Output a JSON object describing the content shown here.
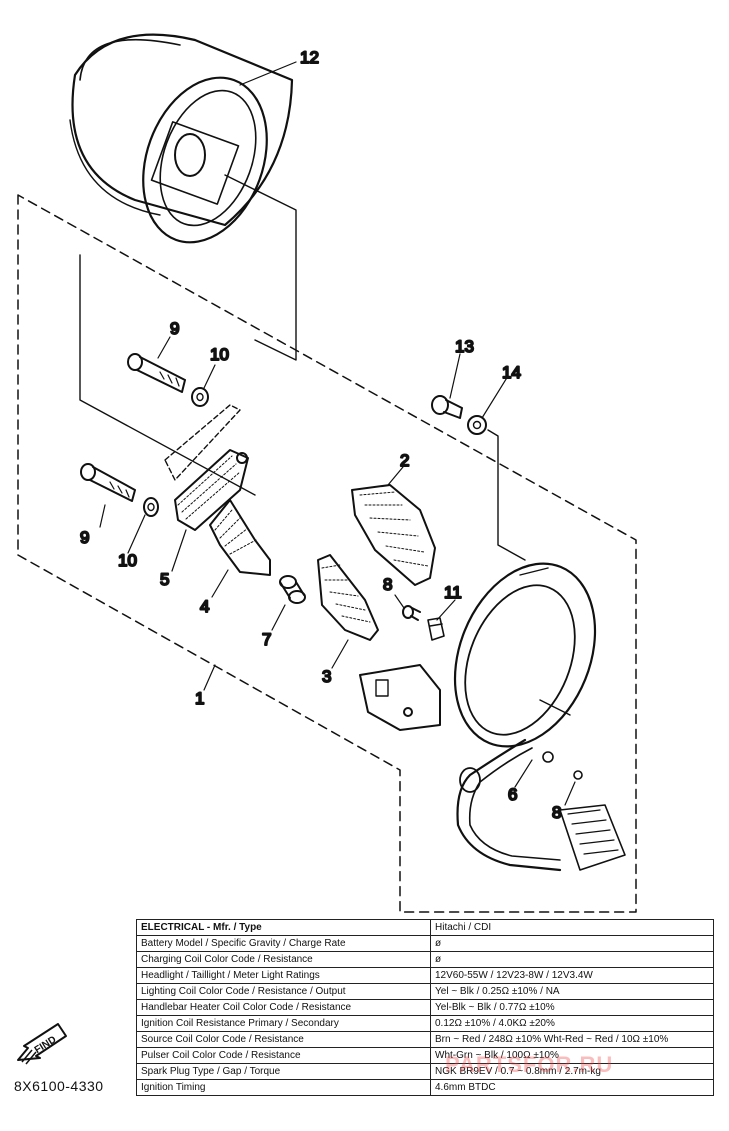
{
  "diagram": {
    "callouts": {
      "rotor": "12",
      "bolt_upper": "9",
      "washer_upper": "10",
      "bolt_lower": "9",
      "washer_lower": "10",
      "screw_13": "13",
      "washer_14": "14",
      "coil_2": "2",
      "coil_5": "5",
      "coil_4": "4",
      "collar_7": "7",
      "coil_3": "3",
      "screw_8_upper": "8",
      "clamp_11": "11",
      "stator_assembly": "1",
      "grommet_6": "6",
      "screw_8_lower": "8"
    }
  },
  "spec_table": {
    "rows": [
      {
        "label": "ELECTRICAL - Mfr. / Type",
        "value": "Hitachi / CDI"
      },
      {
        "label": "Battery Model / Specific Gravity / Charge Rate",
        "value": "ø"
      },
      {
        "label": "Charging Coil Color Code / Resistance",
        "value": "ø"
      },
      {
        "label": "Headlight / Taillight / Meter Light Ratings",
        "value": "12V60-55W / 12V23-8W / 12V3.4W"
      },
      {
        "label": "Lighting Coil Color Code / Resistance / Output",
        "value": "Yel ~ Blk / 0.25Ω ±10% / NA"
      },
      {
        "label": "Handlebar Heater Coil Color Code / Resistance",
        "value": "Yel-Blk ~ Blk / 0.77Ω ±10%"
      },
      {
        "label": "Ignition Coil Resistance Primary / Secondary",
        "value": "0.12Ω ±10% / 4.0KΩ ±20%"
      },
      {
        "label": "Source Coil Color Code / Resistance",
        "value": "Brn ~ Red / 248Ω ±10%  Wht-Red ~ Red / 10Ω ±10%"
      },
      {
        "label": "Pulser Coil Color Code / Resistance",
        "value": "Wht-Grn ~ Blk / 100Ω ±10%"
      },
      {
        "label": "Spark Plug Type / Gap / Torque",
        "value": "NGK BR9EV / 0.7 ~ 0.8mm / 2.7m-kg"
      },
      {
        "label": "Ignition Timing",
        "value": "4.6mm BTDC"
      }
    ]
  },
  "find_label": "FIND",
  "part_code": "8X6100-4330",
  "watermark": "PARTSFOR.RU"
}
